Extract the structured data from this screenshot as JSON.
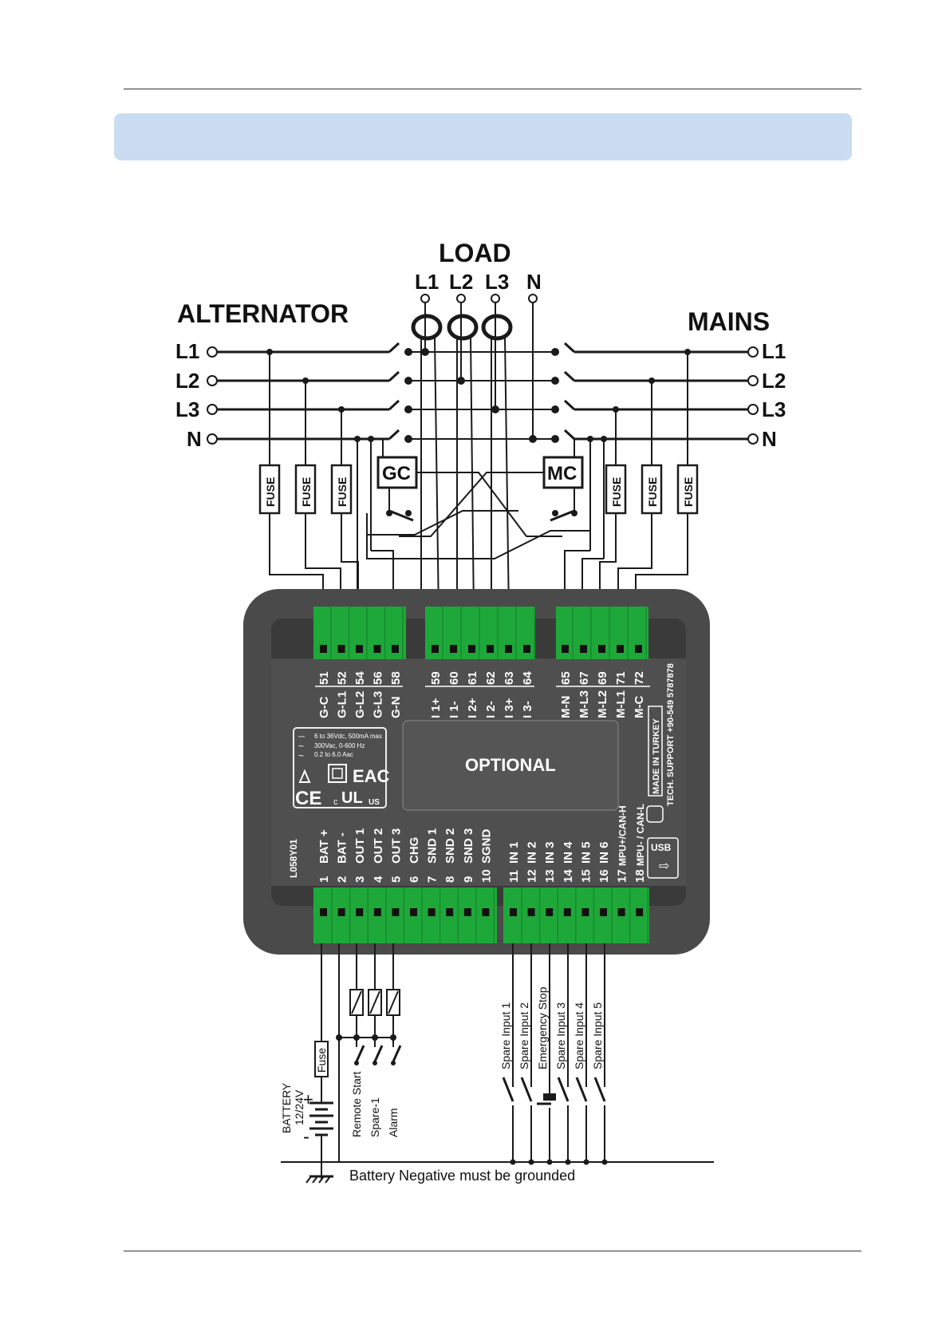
{
  "header": {
    "banner_text": ""
  },
  "labels": {
    "load": "LOAD",
    "alternator": "ALTERNATOR",
    "mains": "MAINS",
    "load_phases": [
      "L1",
      "L2",
      "L3",
      "N"
    ],
    "alt_phases": [
      "L1",
      "L2",
      "L3",
      "N"
    ],
    "mains_phases": [
      "L1",
      "L2",
      "L3",
      "N"
    ],
    "fuse": "FUSE",
    "gc": "GC",
    "mc": "MC",
    "optional": "OPTIONAL",
    "model": "L058Y01",
    "usb": "USB",
    "made_in": "MADE IN TURKEY",
    "support": "TECH. SUPPORT +90-549 5787878",
    "spec_dc": "6 to 36Vdc, 500mA max",
    "spec_ac": "300Vac, 0-600 Hz",
    "spec_cur": "0.2 to 6.0 Aac",
    "battery": "BATTERY",
    "battery_v": "12/24V",
    "battery_plus": "+",
    "battery_minus": "-",
    "fuse_small": "Fuse",
    "ground_note": "Battery Negative must be grounded",
    "ce": "CE",
    "eac": "EAC",
    "ul_c": "c",
    "ul_us": "US"
  },
  "top_terminals": {
    "gen": [
      {
        "num": "51",
        "name": "G-C"
      },
      {
        "num": "52",
        "name": "G-L1"
      },
      {
        "num": "54",
        "name": "G-L2"
      },
      {
        "num": "56",
        "name": "G-L3"
      },
      {
        "num": "58",
        "name": "G-N"
      }
    ],
    "ct": [
      {
        "num": "59",
        "name": "I 1+"
      },
      {
        "num": "60",
        "name": "I 1-"
      },
      {
        "num": "61",
        "name": "I 2+"
      },
      {
        "num": "62",
        "name": "I 2-"
      },
      {
        "num": "63",
        "name": "I 3+"
      },
      {
        "num": "64",
        "name": "I 3-"
      }
    ],
    "mains": [
      {
        "num": "65",
        "name": "M-N"
      },
      {
        "num": "67",
        "name": "M-L3"
      },
      {
        "num": "69",
        "name": "M-L2"
      },
      {
        "num": "71",
        "name": "M-L1"
      },
      {
        "num": "72",
        "name": "M-C"
      }
    ]
  },
  "bottom_terminals": [
    {
      "num": "1",
      "name": "BAT +"
    },
    {
      "num": "2",
      "name": "BAT -"
    },
    {
      "num": "3",
      "name": "OUT 1"
    },
    {
      "num": "4",
      "name": "OUT 2"
    },
    {
      "num": "5",
      "name": "OUT 3"
    },
    {
      "num": "6",
      "name": "CHG"
    },
    {
      "num": "7",
      "name": "SND 1"
    },
    {
      "num": "8",
      "name": "SND 2"
    },
    {
      "num": "9",
      "name": "SND 3"
    },
    {
      "num": "10",
      "name": "SGND"
    },
    {
      "num": "11",
      "name": "IN 1"
    },
    {
      "num": "12",
      "name": "IN 2"
    },
    {
      "num": "13",
      "name": "IN 3"
    },
    {
      "num": "14",
      "name": "IN 4"
    },
    {
      "num": "15",
      "name": "IN 5"
    },
    {
      "num": "16",
      "name": "IN 6"
    },
    {
      "num": "17",
      "name": "MPU+/CAN-H"
    },
    {
      "num": "18",
      "name": "MPU- / CAN-L"
    }
  ],
  "outputs": [
    "Remote Start",
    "Spare-1",
    "Alarm"
  ],
  "inputs": [
    "Spare Input 1",
    "Spare Input 2",
    "Emergency Stop",
    "Spare Input 3",
    "Spare Input 4",
    "Spare Input 5"
  ],
  "colors": {
    "terminal_green": "#1fa83a",
    "body_dark": "#4a4a4a",
    "banner": "#c9dcf0"
  }
}
